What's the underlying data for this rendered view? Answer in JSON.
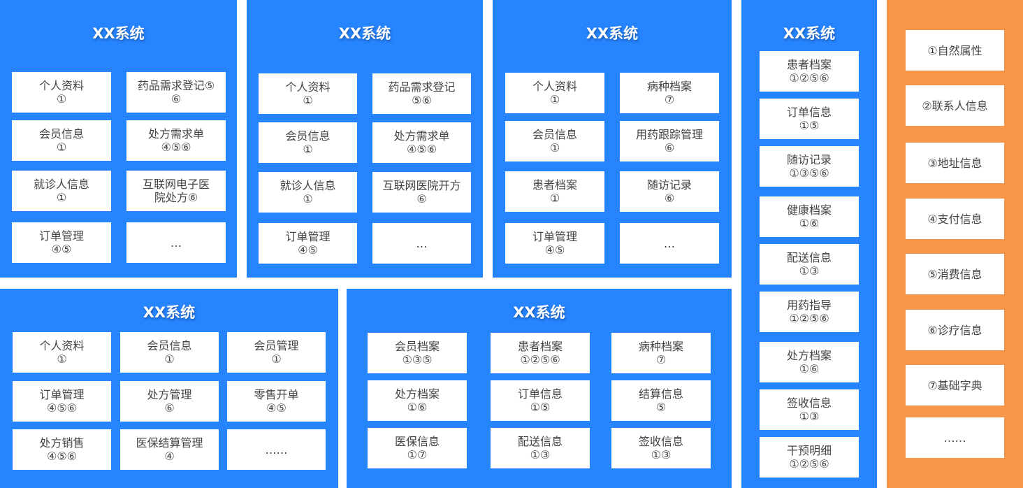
{
  "colors": {
    "system_panel": "#2684ff",
    "legend_panel": "#f5964a",
    "box": "#ffffff",
    "text": "#444444"
  },
  "panels": [
    {
      "title": "XX系统",
      "items": [
        {
          "name": "个人资料",
          "tags": "①"
        },
        {
          "name": "药品需求登记⑤",
          "tags": "⑥"
        },
        {
          "name": "会员信息",
          "tags": "①"
        },
        {
          "name": "处方需求单",
          "tags": "④⑤⑥"
        },
        {
          "name": "就诊人信息",
          "tags": "①"
        },
        {
          "name": "互联网电子医",
          "tags": "院处方⑥"
        },
        {
          "name": "订单管理",
          "tags": "④⑤"
        },
        {
          "name": "…",
          "tags": ""
        }
      ]
    },
    {
      "title": "XX系统",
      "items": [
        {
          "name": "个人资料",
          "tags": "①"
        },
        {
          "name": "药品需求登记",
          "tags": "⑤⑥"
        },
        {
          "name": "会员信息",
          "tags": "①"
        },
        {
          "name": "处方需求单",
          "tags": "④⑤⑥"
        },
        {
          "name": "就诊人信息",
          "tags": "①"
        },
        {
          "name": "互联网医院开方",
          "tags": "⑥"
        },
        {
          "name": "订单管理",
          "tags": "④⑤"
        },
        {
          "name": "…",
          "tags": ""
        }
      ]
    },
    {
      "title": "XX系统",
      "items": [
        {
          "name": "个人资料",
          "tags": "①"
        },
        {
          "name": "病种档案",
          "tags": "⑦"
        },
        {
          "name": "会员信息",
          "tags": "①"
        },
        {
          "name": "用药跟踪管理",
          "tags": "⑥"
        },
        {
          "name": "患者档案",
          "tags": "①"
        },
        {
          "name": "随访记录",
          "tags": "⑥"
        },
        {
          "name": "订单管理",
          "tags": "④⑤"
        },
        {
          "name": "…",
          "tags": ""
        }
      ]
    },
    {
      "title": "XX系统",
      "items": [
        {
          "name": "患者档案",
          "tags": "①②⑤⑥"
        },
        {
          "name": "订单信息",
          "tags": "①⑤"
        },
        {
          "name": "随访记录",
          "tags": "①③⑤⑥"
        },
        {
          "name": "健康档案",
          "tags": "①⑥"
        },
        {
          "name": "配送信息",
          "tags": "①③"
        },
        {
          "name": "用药指导",
          "tags": "①②⑤⑥"
        },
        {
          "name": "处方档案",
          "tags": "①⑥"
        },
        {
          "name": "签收信息",
          "tags": "①③"
        },
        {
          "name": "干预明细",
          "tags": "①②⑤⑥"
        }
      ]
    },
    {
      "title": "",
      "items": [
        {
          "name": "①自然属性",
          "tags": ""
        },
        {
          "name": "②联系人信息",
          "tags": ""
        },
        {
          "name": "③地址信息",
          "tags": ""
        },
        {
          "name": "④支付信息",
          "tags": ""
        },
        {
          "name": "⑤消费信息",
          "tags": ""
        },
        {
          "name": "⑥诊疗信息",
          "tags": ""
        },
        {
          "name": "⑦基础字典",
          "tags": ""
        },
        {
          "name": "……",
          "tags": ""
        }
      ]
    },
    {
      "title": "XX系统",
      "items": [
        {
          "name": "个人资料",
          "tags": "①"
        },
        {
          "name": "会员信息",
          "tags": "①"
        },
        {
          "name": "会员管理",
          "tags": "①"
        },
        {
          "name": "订单管理",
          "tags": "④⑤⑥"
        },
        {
          "name": "处方管理",
          "tags": "⑥"
        },
        {
          "name": "零售开单",
          "tags": "④⑤"
        },
        {
          "name": "处方销售",
          "tags": "④⑤⑥"
        },
        {
          "name": "医保结算管理",
          "tags": "④"
        },
        {
          "name": "……",
          "tags": ""
        }
      ]
    },
    {
      "title": "XX系统",
      "items": [
        {
          "name": "会员档案",
          "tags": "①③⑤"
        },
        {
          "name": "患者档案",
          "tags": "①②⑤⑥"
        },
        {
          "name": "病种档案",
          "tags": "⑦"
        },
        {
          "name": "处方档案",
          "tags": "①⑥"
        },
        {
          "name": "订单信息",
          "tags": "①⑤"
        },
        {
          "name": "结算信息",
          "tags": "⑤"
        },
        {
          "name": "医保信息",
          "tags": "①⑦"
        },
        {
          "name": "配送信息",
          "tags": "①③"
        },
        {
          "name": "签收信息",
          "tags": "①③"
        }
      ]
    }
  ]
}
